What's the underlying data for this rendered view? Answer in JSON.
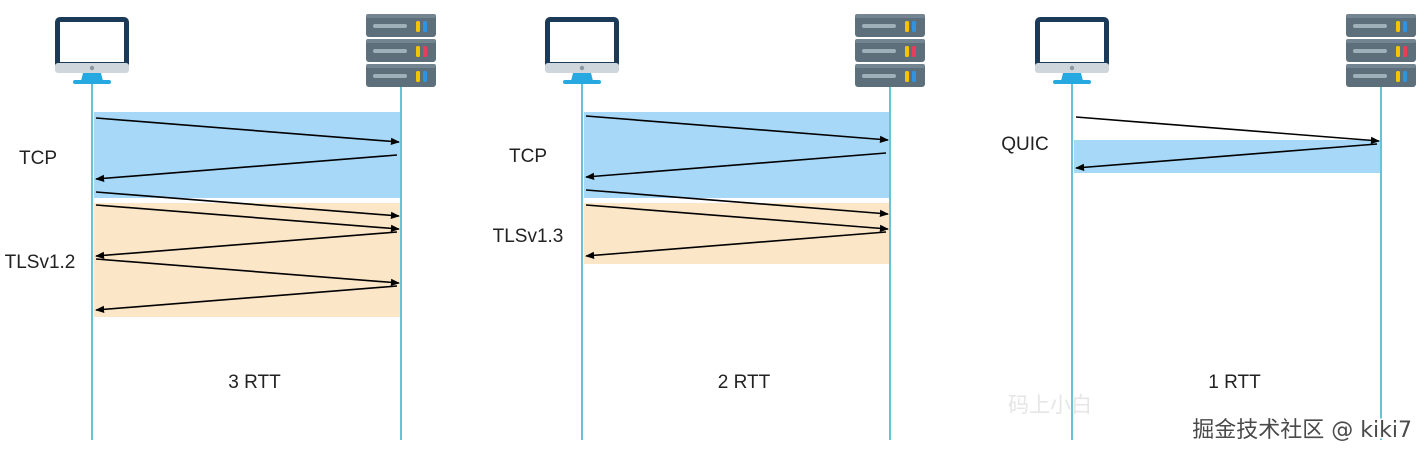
{
  "panels": [
    {
      "rtt_label": "3 RTT",
      "phases": [
        {
          "label": "TCP",
          "color": "#a7d8f8",
          "messages": [
            "c2s",
            "s2c",
            "c2s"
          ]
        },
        {
          "label": "TLSv1.2",
          "color": "#fce6c8",
          "messages": [
            "c2s",
            "s2c",
            "c2s",
            "s2c"
          ]
        }
      ]
    },
    {
      "rtt_label": "2 RTT",
      "phases": [
        {
          "label": "TCP",
          "color": "#a7d8f8",
          "messages": [
            "c2s",
            "s2c",
            "c2s"
          ]
        },
        {
          "label": "TLSv1.3",
          "color": "#fce6c8",
          "messages": [
            "c2s",
            "s2c"
          ]
        }
      ]
    },
    {
      "rtt_label": "1 RTT",
      "phases": [
        {
          "label": "QUIC",
          "color": "#a7d8f8",
          "messages": [
            "c2s",
            "s2c"
          ]
        }
      ]
    }
  ],
  "icons": {
    "client": "desktop-monitor-icon",
    "server": "server-rack-icon"
  },
  "colors": {
    "lifeline": "#3fb6c8",
    "arrow": "#000000",
    "monitor_frame": "#1b3a57",
    "monitor_screen": "#ffffff",
    "monitor_stand": "#26a9e0"
  },
  "watermarks": {
    "faint": "码上小白",
    "site": "掘金技术社区 @ kiki7"
  }
}
